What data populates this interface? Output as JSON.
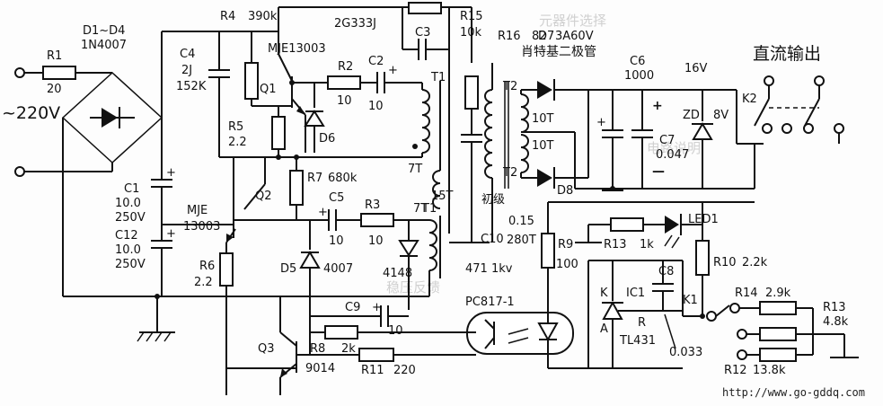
{
  "diagram": {
    "title": "直流输出",
    "watermark_url": "http://www.go-gddq.com",
    "input": {
      "voltage": "~220V"
    },
    "components": {
      "r1": {
        "name": "R1",
        "value": "20"
      },
      "bridge": {
        "name": "D1~D4",
        "value": "1N4007"
      },
      "r4": {
        "name": "R4",
        "value": "390k"
      },
      "c4": {
        "name": "C4",
        "value": "2J",
        "value2": "152K"
      },
      "q1": {
        "name": "Q1",
        "type": "MJE13003"
      },
      "r2": {
        "name": "R2",
        "value": "10"
      },
      "c2": {
        "name": "C2",
        "value": "10"
      },
      "r5": {
        "name": "R5",
        "value": "2.2"
      },
      "d6": {
        "name": "D6"
      },
      "c3": {
        "name": "C3",
        "type": "2G333J"
      },
      "r15": {
        "name": "R15",
        "value": "10k"
      },
      "r16": {
        "name": "R16",
        "value": "82"
      },
      "d7": {
        "name": "D7",
        "value": "3A60V",
        "desc": "肖特基二极管"
      },
      "c6": {
        "name": "C6",
        "value": "1000"
      },
      "c7": {
        "name": "C7",
        "value": "0.047"
      },
      "zd": {
        "name": "ZD",
        "value": "8V"
      },
      "k2": {
        "name": "K2"
      },
      "out_voltage": "16V",
      "c1": {
        "name": "C1",
        "value": "10.0",
        "volt": "250V"
      },
      "c12": {
        "name": "C12",
        "value": "10.0",
        "volt": "250V"
      },
      "q2": {
        "name": "Q2",
        "type": "MJE",
        "type2": "13003"
      },
      "r7": {
        "name": "R7",
        "value": "680k"
      },
      "c5": {
        "name": "C5",
        "value": "10"
      },
      "r3": {
        "name": "R3",
        "value": "10"
      },
      "r6": {
        "name": "R6",
        "value": "2.2"
      },
      "d5": {
        "name": "D5",
        "value": "4007"
      },
      "d4148": {
        "value": "4148"
      },
      "t1_top": {
        "name": "T1",
        "turns": "7T"
      },
      "t1_bot": {
        "name": "T1",
        "turns": "7T"
      },
      "t2": {
        "name": "T2",
        "turns_a": "10T",
        "turns_b": "10T",
        "turns_c": "15T"
      },
      "primary": {
        "label": "初级",
        "wire": "0.15",
        "turns": "280T"
      },
      "c10": {
        "name": "C10",
        "value": "471 1kv"
      },
      "d8": {
        "name": "D8"
      },
      "r9": {
        "name": "R9",
        "value": "100"
      },
      "r13a": {
        "name": "R13",
        "value": "1k"
      },
      "led1": {
        "name": "LED1"
      },
      "r10": {
        "name": "R10",
        "value": "2.2k"
      },
      "r14": {
        "name": "R14",
        "value": "2.9k"
      },
      "r13b": {
        "name": "R13",
        "value": "4.8k"
      },
      "r12": {
        "name": "R12",
        "value": "13.8k"
      },
      "c8": {
        "name": "C8",
        "value": "0.033"
      },
      "ic1": {
        "name": "IC1",
        "type": "TL431",
        "pin_k": "K",
        "pin_r": "R",
        "pin_a": "A"
      },
      "k1": {
        "name": "K1"
      },
      "pc817": {
        "name": "PC817-1"
      },
      "c9": {
        "name": "C9",
        "value": "10"
      },
      "r8": {
        "name": "R8",
        "value": "2k"
      },
      "r11": {
        "name": "R11",
        "value": "220"
      },
      "q3": {
        "name": "Q3",
        "type": "9014"
      }
    }
  }
}
